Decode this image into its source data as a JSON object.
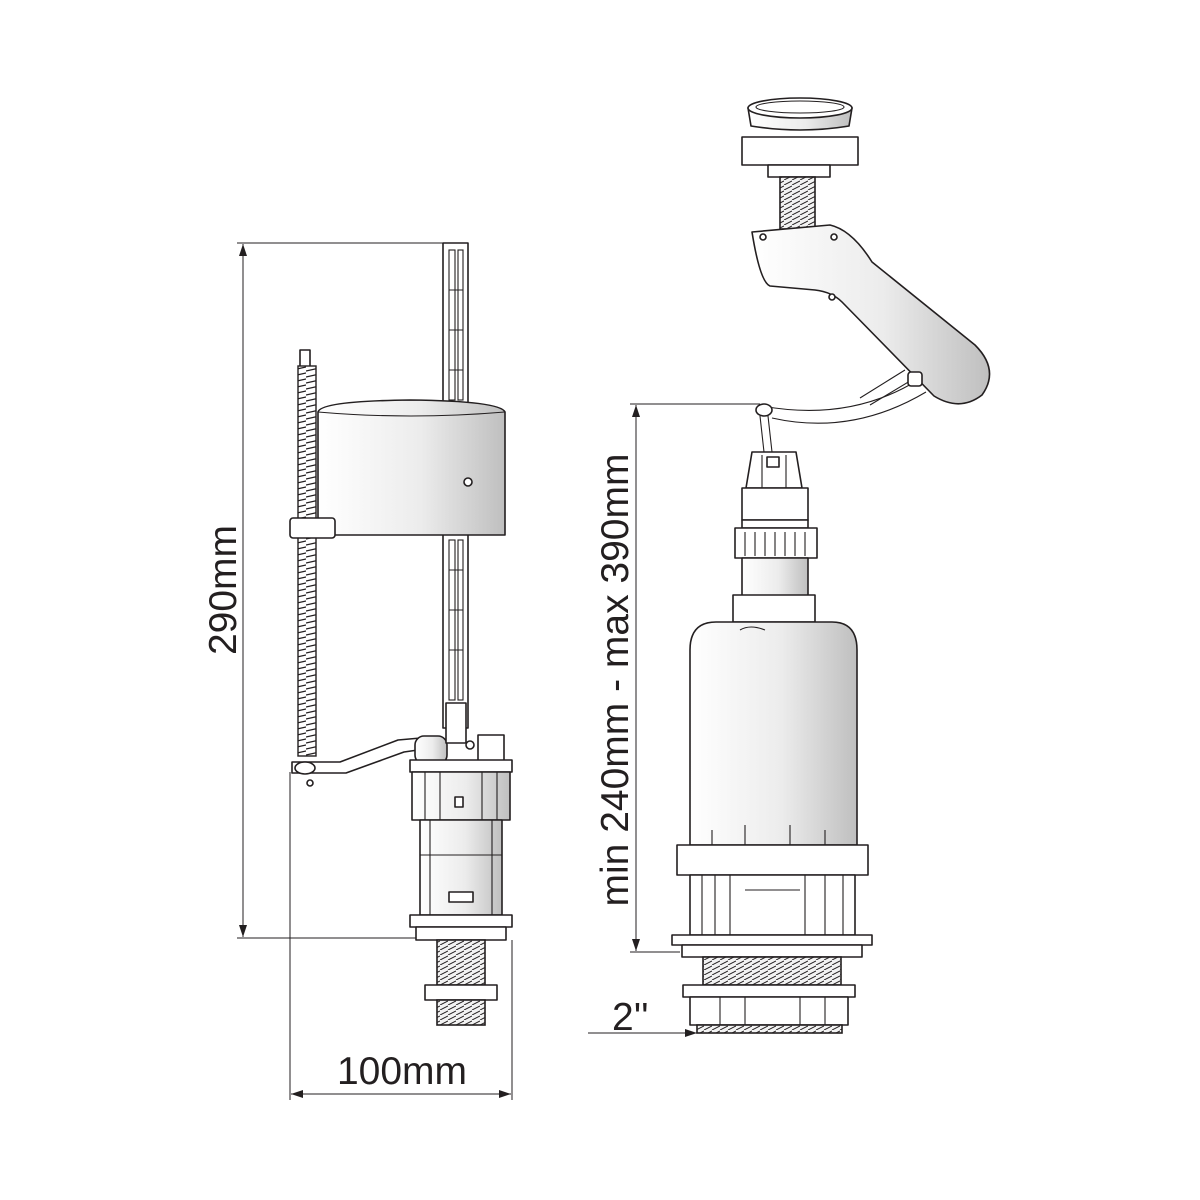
{
  "dimensions": {
    "fill_valve_height": "290mm",
    "fill_valve_width": "100mm",
    "flush_valve_height": "min 240mm - max 390mm",
    "outlet_size": "2''"
  },
  "colors": {
    "line": "#231f20",
    "background": "#ffffff",
    "shade": "#bfbfbf"
  }
}
